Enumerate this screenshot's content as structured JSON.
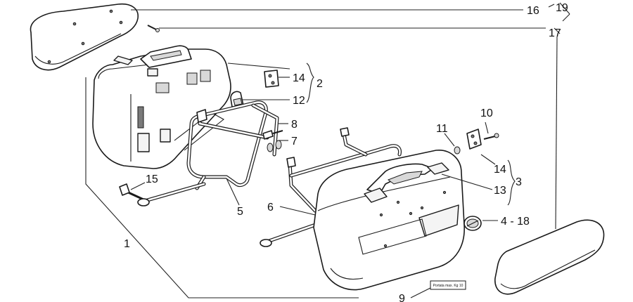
{
  "callouts": {
    "c1": "1",
    "c2": "2",
    "c3": "3",
    "c4_18": "4 - 18",
    "c5": "5",
    "c6": "6",
    "c7": "7",
    "c8": "8",
    "c9": "9",
    "c10": "10",
    "c11": "11",
    "c12": "12",
    "c13": "13",
    "c14_top": "14",
    "c14_bottom": "14",
    "c15": "15",
    "c16": "16",
    "c17": "17",
    "c19": "19"
  },
  "plate_text": "Portata max. Kg 10"
}
